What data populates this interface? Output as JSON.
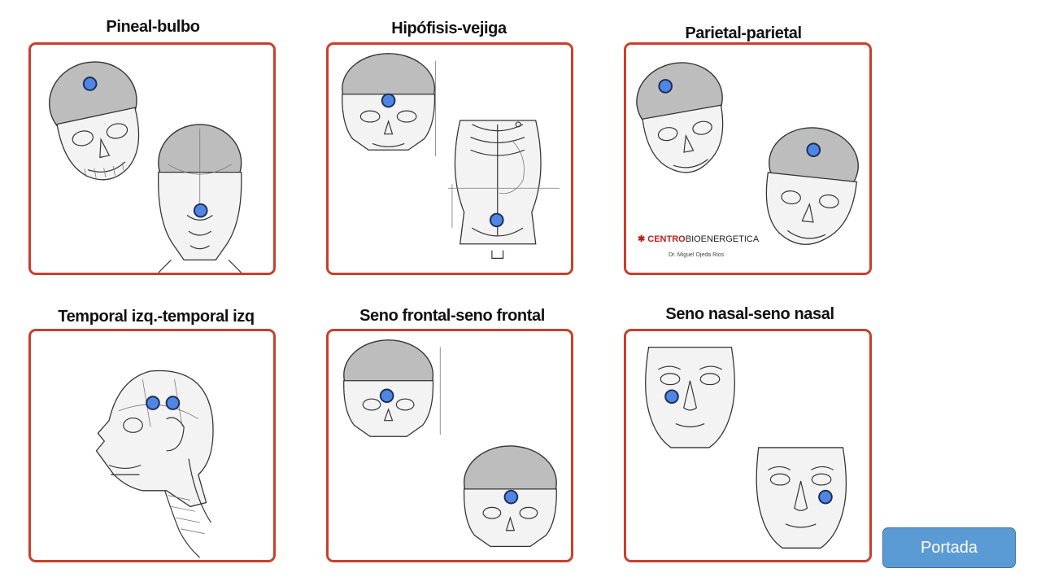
{
  "panels": [
    {
      "title": "Pineal-bulbo"
    },
    {
      "title": "Hipófisis-vejiga"
    },
    {
      "title": "Parietal-parietal"
    },
    {
      "title": "Temporal izq.-temporal izq"
    },
    {
      "title": "Seno frontal-seno frontal"
    },
    {
      "title": "Seno nasal-seno nasal"
    }
  ],
  "logo": {
    "brand_bold": "CENTRO",
    "brand_rest": "BIOENERGETICA",
    "subtitle": "Dr. Miguel Ojeda Rios"
  },
  "nav": {
    "portada_label": "Portada"
  },
  "colors": {
    "frame": "#c8402c",
    "point": "#4f86e6",
    "button": "#5b9bd5"
  }
}
